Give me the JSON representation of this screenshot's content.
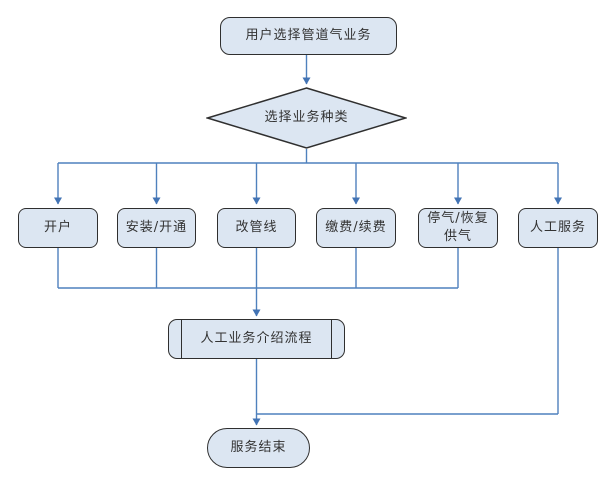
{
  "diagram": {
    "type": "flowchart",
    "nodes": {
      "start": {
        "label": "用户选择管道气业务",
        "shape": "terminator"
      },
      "decision": {
        "label": "选择业务种类",
        "shape": "decision-diamond"
      },
      "open_account": {
        "label": "开户",
        "shape": "process"
      },
      "install_activate": {
        "label": "安装/开通",
        "shape": "process"
      },
      "change_pipeline": {
        "label": "改管线",
        "shape": "process"
      },
      "pay_renew": {
        "label": "缴费/续费",
        "shape": "process"
      },
      "stop_resume_gas": {
        "label": "停气/恢复供气",
        "shape": "process"
      },
      "manual_service": {
        "label": "人工服务",
        "shape": "process"
      },
      "intro_process": {
        "label": "人工业务介绍流程",
        "shape": "predefined-process"
      },
      "end": {
        "label": "服务结束",
        "shape": "terminator"
      }
    },
    "edges": [
      {
        "from": "start",
        "to": "decision"
      },
      {
        "from": "decision",
        "to": "open_account"
      },
      {
        "from": "decision",
        "to": "install_activate"
      },
      {
        "from": "decision",
        "to": "change_pipeline"
      },
      {
        "from": "decision",
        "to": "pay_renew"
      },
      {
        "from": "decision",
        "to": "stop_resume_gas"
      },
      {
        "from": "decision",
        "to": "manual_service"
      },
      {
        "from": "open_account",
        "to": "intro_process"
      },
      {
        "from": "install_activate",
        "to": "intro_process"
      },
      {
        "from": "change_pipeline",
        "to": "intro_process"
      },
      {
        "from": "pay_renew",
        "to": "intro_process"
      },
      {
        "from": "stop_resume_gas",
        "to": "intro_process"
      },
      {
        "from": "intro_process",
        "to": "end"
      },
      {
        "from": "manual_service",
        "to": "end"
      }
    ],
    "colors": {
      "node_fill": "#dce6f2",
      "node_border": "#2f2f2f",
      "connector_line": "#4f81bd",
      "arrowhead": "#4273b4",
      "text": "#333333",
      "background": "#ffffff"
    }
  }
}
